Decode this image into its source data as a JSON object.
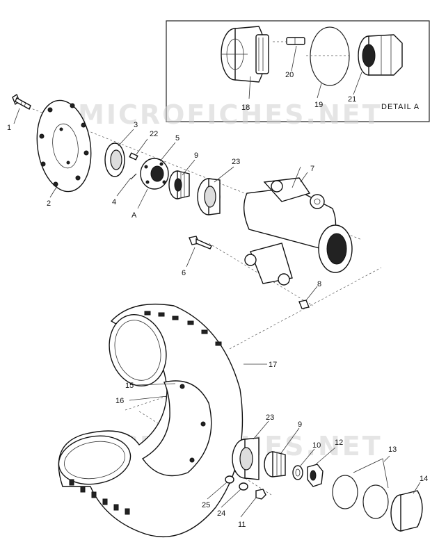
{
  "watermark": {
    "text": "MICROFICHES.NET"
  },
  "detail": {
    "title": "DETAIL A"
  },
  "callouts": [
    {
      "id": "1",
      "text": "1"
    },
    {
      "id": "2",
      "text": "2"
    },
    {
      "id": "3",
      "text": "3"
    },
    {
      "id": "4",
      "text": "4"
    },
    {
      "id": "5",
      "text": "5"
    },
    {
      "id": "6",
      "text": "6"
    },
    {
      "id": "7",
      "text": "7"
    },
    {
      "id": "8",
      "text": "8"
    },
    {
      "id": "9a",
      "text": "9"
    },
    {
      "id": "9b",
      "text": "9"
    },
    {
      "id": "10",
      "text": "10"
    },
    {
      "id": "11",
      "text": "11"
    },
    {
      "id": "12",
      "text": "12"
    },
    {
      "id": "13",
      "text": "13"
    },
    {
      "id": "14",
      "text": "14"
    },
    {
      "id": "15",
      "text": "15"
    },
    {
      "id": "16",
      "text": "16"
    },
    {
      "id": "17",
      "text": "17"
    },
    {
      "id": "18",
      "text": "18"
    },
    {
      "id": "19",
      "text": "19"
    },
    {
      "id": "20",
      "text": "20"
    },
    {
      "id": "21",
      "text": "21"
    },
    {
      "id": "22",
      "text": "22"
    },
    {
      "id": "23a",
      "text": "23"
    },
    {
      "id": "23b",
      "text": "23"
    },
    {
      "id": "24",
      "text": "24"
    },
    {
      "id": "25",
      "text": "25"
    },
    {
      "id": "A",
      "text": "A"
    }
  ]
}
